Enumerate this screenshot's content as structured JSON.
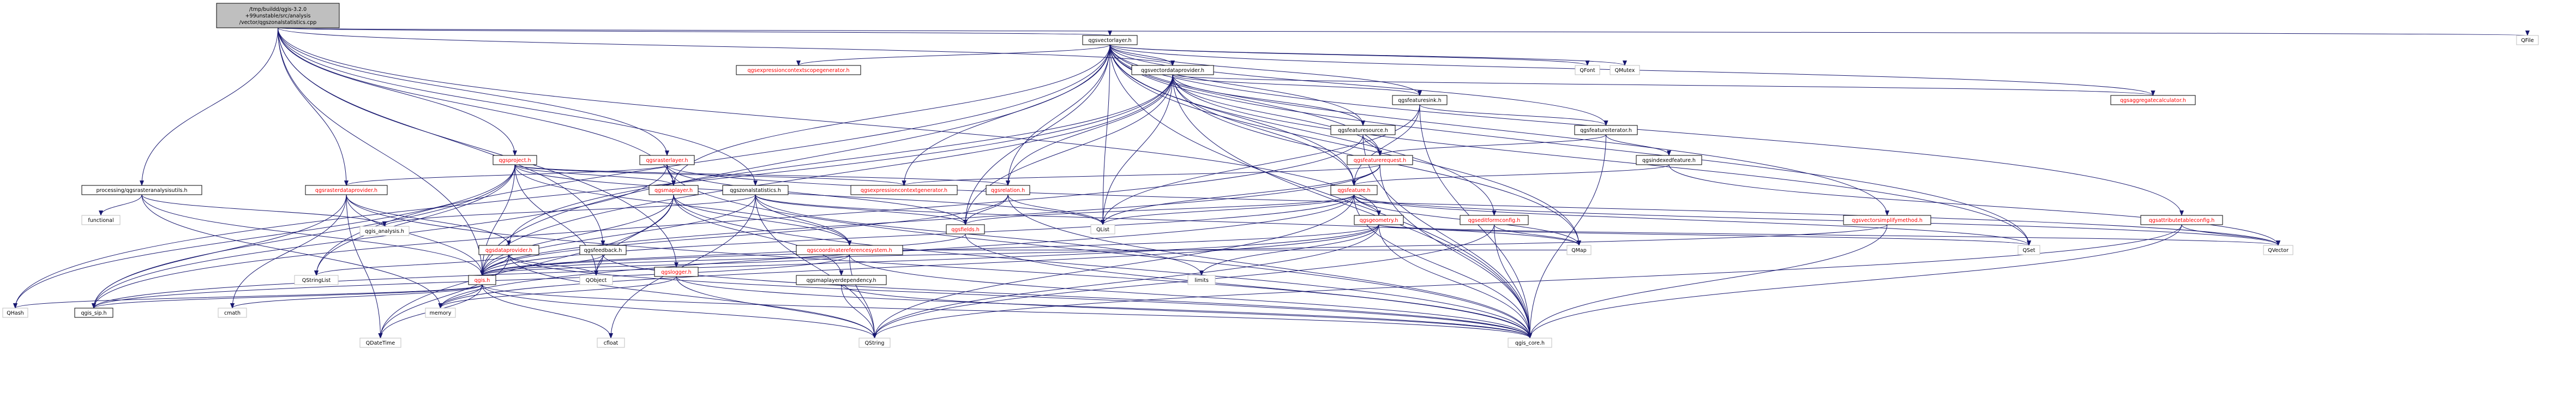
{
  "colors": {
    "edge": "#191970",
    "node_border_plain": "#bfbfbf",
    "node_border_linked": "#000000",
    "text_default": "#000000",
    "text_red": "#ff0000",
    "root_fill": "#bfbfbf"
  },
  "nodes": [
    {
      "id": "root",
      "lines": [
        "/tmp/buildd/qgis-3.2.0",
        "+99unstable/src/analysis",
        "/vector/qgszonalstatistics.cpp"
      ],
      "style": "root"
    },
    {
      "id": "qgsvectorlayer",
      "lines": [
        "qgsvectorlayer.h"
      ],
      "style": "plain"
    },
    {
      "id": "qfile",
      "lines": [
        "QFile"
      ],
      "style": "light"
    },
    {
      "id": "qgsexpressioncontextscopegenerator",
      "lines": [
        "qgsexpressioncontextscopegenerator.h"
      ],
      "style": "red"
    },
    {
      "id": "qgsvectordataprovider",
      "lines": [
        "qgsvectordataprovider.h"
      ],
      "style": "plain"
    },
    {
      "id": "qfont",
      "lines": [
        "QFont"
      ],
      "style": "light"
    },
    {
      "id": "qmutex",
      "lines": [
        "QMutex"
      ],
      "style": "light"
    },
    {
      "id": "qgsaggregatecalculator",
      "lines": [
        "qgsaggregatecalculator.h"
      ],
      "style": "red"
    },
    {
      "id": "qgsfeaturesink",
      "lines": [
        "qgsfeaturesink.h"
      ],
      "style": "plain"
    },
    {
      "id": "qgsfeatureiterator",
      "lines": [
        "qgsfeatureiterator.h"
      ],
      "style": "plain"
    },
    {
      "id": "qgsfeaturesource",
      "lines": [
        "qgsfeaturesource.h"
      ],
      "style": "plain"
    },
    {
      "id": "qgsindexedfeature",
      "lines": [
        "qgsindexedfeature.h"
      ],
      "style": "plain"
    },
    {
      "id": "qgsfeaturerequest",
      "lines": [
        "qgsfeaturerequest.h"
      ],
      "style": "red"
    },
    {
      "id": "qgsproject",
      "lines": [
        "qgsproject.h"
      ],
      "style": "red"
    },
    {
      "id": "qgsrasterlayer",
      "lines": [
        "qgsrasterlayer.h"
      ],
      "style": "red"
    },
    {
      "id": "qgsrelation",
      "lines": [
        "qgsrelation.h"
      ],
      "style": "red"
    },
    {
      "id": "qgsfeature",
      "lines": [
        "qgsfeature.h"
      ],
      "style": "red"
    },
    {
      "id": "processing",
      "lines": [
        "processing/qgsrasteranalysisutils.h"
      ],
      "style": "plain"
    },
    {
      "id": "functional",
      "lines": [
        "functional"
      ],
      "style": "light"
    },
    {
      "id": "qgsrasterdataprovider",
      "lines": [
        "qgsrasterdataprovider.h"
      ],
      "style": "red"
    },
    {
      "id": "qgsmaplayer",
      "lines": [
        "qgsmaplayer.h"
      ],
      "style": "red"
    },
    {
      "id": "qgszonalstatistics",
      "lines": [
        "qgszonalstatistics.h"
      ],
      "style": "plain"
    },
    {
      "id": "qgsexpressioncontextgenerator",
      "lines": [
        "qgsexpressioncontextgenerator.h"
      ],
      "style": "red"
    },
    {
      "id": "qgsgeometry",
      "lines": [
        "qgsgeometry.h"
      ],
      "style": "red"
    },
    {
      "id": "qgseditformconfig",
      "lines": [
        "qgseditformconfig.h"
      ],
      "style": "red"
    },
    {
      "id": "qgsvectorsimplifymethod",
      "lines": [
        "qgsvectorsimplifymethod.h"
      ],
      "style": "red"
    },
    {
      "id": "qgsattributetableconfig",
      "lines": [
        "qgsattributetableconfig.h"
      ],
      "style": "red"
    },
    {
      "id": "qgis_analysis",
      "lines": [
        "qgis_analysis.h"
      ],
      "style": "light"
    },
    {
      "id": "qgsdataprovider",
      "lines": [
        "qgsdataprovider.h"
      ],
      "style": "red"
    },
    {
      "id": "qgsfeedback",
      "lines": [
        "qgsfeedback.h"
      ],
      "style": "plain"
    },
    {
      "id": "qgscoordinatereferencesystem",
      "lines": [
        "qgscoordinatereferencesystem.h"
      ],
      "style": "red"
    },
    {
      "id": "qgsfields",
      "lines": [
        "qgsfields.h"
      ],
      "style": "red"
    },
    {
      "id": "qlist",
      "lines": [
        "QList"
      ],
      "style": "light"
    },
    {
      "id": "qmap",
      "lines": [
        "QMap"
      ],
      "style": "light"
    },
    {
      "id": "qset",
      "lines": [
        "QSet"
      ],
      "style": "light"
    },
    {
      "id": "qvector",
      "lines": [
        "QVector"
      ],
      "style": "light"
    },
    {
      "id": "qstringlist",
      "lines": [
        "QStringList"
      ],
      "style": "light"
    },
    {
      "id": "qgis",
      "lines": [
        "qgis.h"
      ],
      "style": "red"
    },
    {
      "id": "qobject",
      "lines": [
        "QObject"
      ],
      "style": "light"
    },
    {
      "id": "qgslogger",
      "lines": [
        "qgslogger.h"
      ],
      "style": "red"
    },
    {
      "id": "qgsmaplayerdependency",
      "lines": [
        "qgsmaplayerdependency.h"
      ],
      "style": "plain"
    },
    {
      "id": "limits",
      "lines": [
        "limits"
      ],
      "style": "light"
    },
    {
      "id": "qhash",
      "lines": [
        "QHash"
      ],
      "style": "light"
    },
    {
      "id": "qgis_sip",
      "lines": [
        "qgis_sip.h"
      ],
      "style": "plain"
    },
    {
      "id": "cmath",
      "lines": [
        "cmath"
      ],
      "style": "light"
    },
    {
      "id": "memory",
      "lines": [
        "memory"
      ],
      "style": "light"
    },
    {
      "id": "qdatetime",
      "lines": [
        "QDateTime"
      ],
      "style": "light"
    },
    {
      "id": "cfloat",
      "lines": [
        "cfloat"
      ],
      "style": "light"
    },
    {
      "id": "qstring",
      "lines": [
        "QString"
      ],
      "style": "light"
    },
    {
      "id": "qgis_core",
      "lines": [
        "qgis_core.h"
      ],
      "style": "light"
    }
  ],
  "edges": [
    [
      "root",
      "qgsvectorlayer"
    ],
    [
      "root",
      "qgsvectordataprovider"
    ],
    [
      "root",
      "qgsproject"
    ],
    [
      "root",
      "qgsrasterlayer"
    ],
    [
      "root",
      "qgszonalstatistics"
    ],
    [
      "root",
      "processing"
    ],
    [
      "root",
      "qgsrasterdataprovider"
    ],
    [
      "root",
      "qgsmaplayer"
    ],
    [
      "root",
      "qgsgeometry"
    ],
    [
      "root",
      "qgsfeedback"
    ],
    [
      "root",
      "qgis"
    ],
    [
      "root",
      "qgslogger"
    ],
    [
      "root",
      "qfile"
    ],
    [
      "qgsvectorlayer",
      "qgsexpressioncontextscopegenerator"
    ],
    [
      "qgsvectorlayer",
      "qgsvectordataprovider"
    ],
    [
      "qgsvectorlayer",
      "qfont"
    ],
    [
      "qgsvectorlayer",
      "qmutex"
    ],
    [
      "qgsvectorlayer",
      "qgsaggregatecalculator"
    ],
    [
      "qgsvectorlayer",
      "qgsfeaturesink"
    ],
    [
      "qgsvectorlayer",
      "qgsfeatureiterator"
    ],
    [
      "qgsvectorlayer",
      "qgsfeaturesource"
    ],
    [
      "qgsvectorlayer",
      "qgsfeaturerequest"
    ],
    [
      "qgsvectorlayer",
      "qgsmaplayer"
    ],
    [
      "qgsvectorlayer",
      "qgsexpressioncontextgenerator"
    ],
    [
      "qgsvectorlayer",
      "qgsrelation"
    ],
    [
      "qgsvectorlayer",
      "qgsfeature"
    ],
    [
      "qgsvectorlayer",
      "qgseditformconfig"
    ],
    [
      "qgsvectorlayer",
      "qgsvectorsimplifymethod"
    ],
    [
      "qgsvectorlayer",
      "qgsattributetableconfig"
    ],
    [
      "qgsvectorlayer",
      "qgsfields"
    ],
    [
      "qgsvectorlayer",
      "qlist"
    ],
    [
      "qgsvectorlayer",
      "qset"
    ],
    [
      "qgsvectorlayer",
      "qmap"
    ],
    [
      "qgsvectorlayer",
      "qstringlist"
    ],
    [
      "qgsvectorlayer",
      "qgis"
    ],
    [
      "qgsvectorlayer",
      "qgis_core"
    ],
    [
      "qgsvectordataprovider",
      "qgsdataprovider"
    ],
    [
      "qgsvectordataprovider",
      "qgsfeature"
    ],
    [
      "qgsvectordataprovider",
      "qgsfeaturesink"
    ],
    [
      "qgsvectordataprovider",
      "qgsfeaturesource"
    ],
    [
      "qgsvectordataprovider",
      "qgsfeaturerequest"
    ],
    [
      "qgsvectordataprovider",
      "qgsaggregatecalculator"
    ],
    [
      "qgsvectordataprovider",
      "qgsfields"
    ],
    [
      "qgsvectordataprovider",
      "qgsrelation"
    ],
    [
      "qgsvectordataprovider",
      "qlist"
    ],
    [
      "qgsvectordataprovider",
      "qset"
    ],
    [
      "qgsvectordataprovider",
      "qmap"
    ],
    [
      "qgsvectordataprovider",
      "qhash"
    ],
    [
      "qgsvectordataprovider",
      "qgis_core"
    ],
    [
      "qgsvectordataprovider",
      "qgis"
    ],
    [
      "qgsfeaturesink",
      "qgsfeature"
    ],
    [
      "qgsfeaturesink",
      "qgsfeatureiterator"
    ],
    [
      "qgsfeaturesink",
      "qgis_core"
    ],
    [
      "qgsfeaturesink",
      "qlist"
    ],
    [
      "qgsfeatureiterator",
      "qgsfeaturerequest"
    ],
    [
      "qgsfeatureiterator",
      "qgsindexedfeature"
    ],
    [
      "qgsfeatureiterator",
      "qgis_core"
    ],
    [
      "qgsfeaturesource",
      "qgsfeaturerequest"
    ],
    [
      "qgsfeaturesource",
      "qgis_core"
    ],
    [
      "qgsfeaturesource",
      "qgis_sip"
    ],
    [
      "qgsindexedfeature",
      "qgsfeature"
    ],
    [
      "qgsindexedfeature",
      "qvector"
    ],
    [
      "qgsfeaturerequest",
      "qgsfeature"
    ],
    [
      "qgsfeaturerequest",
      "qgsexpressioncontextgenerator"
    ],
    [
      "qgsfeaturerequest",
      "qlist"
    ],
    [
      "qgsfeaturerequest",
      "qgis_core"
    ],
    [
      "qgsfeaturerequest",
      "qgis"
    ],
    [
      "qgsproject",
      "qgsmaplayer"
    ],
    [
      "qgsproject",
      "qgsrelation"
    ],
    [
      "qgsproject",
      "qgscoordinatereferencesystem"
    ],
    [
      "qgsproject",
      "qgsexpressioncontextgenerator"
    ],
    [
      "qgsproject",
      "qgis"
    ],
    [
      "qgsproject",
      "qobject"
    ],
    [
      "qgsproject",
      "qlist"
    ],
    [
      "qgsproject",
      "qstringlist"
    ],
    [
      "qgsproject",
      "qhash"
    ],
    [
      "qgsproject",
      "qgis_sip"
    ],
    [
      "qgsrasterlayer",
      "qgsrasterdataprovider"
    ],
    [
      "qgsrasterlayer",
      "qgsmaplayer"
    ],
    [
      "qgsrasterlayer",
      "qgsfields"
    ],
    [
      "qgsrasterlayer",
      "qgis_core"
    ],
    [
      "qgsrasterlayer",
      "qgis_sip"
    ],
    [
      "qgsrasterlayer",
      "qvector"
    ],
    [
      "qgsrelation",
      "qgsfields"
    ],
    [
      "qgsrelation",
      "qgis"
    ],
    [
      "qgsrelation",
      "qlist"
    ],
    [
      "qgsrelation",
      "qgis_core"
    ],
    [
      "qgsfeature",
      "qgsfields"
    ],
    [
      "qgsfeature",
      "qgsgeometry"
    ],
    [
      "qgsfeature",
      "qmap"
    ],
    [
      "qgsfeature",
      "qlist"
    ],
    [
      "qgsfeature",
      "qset"
    ],
    [
      "qgsfeature",
      "qvector"
    ],
    [
      "qgsfeature",
      "qgis_core"
    ],
    [
      "qgsfeature",
      "qgis"
    ],
    [
      "qgsfeature",
      "memory"
    ],
    [
      "qgsfeature",
      "qstring"
    ],
    [
      "processing",
      "functional"
    ],
    [
      "processing",
      "qgis_analysis"
    ],
    [
      "processing",
      "qgis"
    ],
    [
      "processing",
      "memory"
    ],
    [
      "qgsrasterdataprovider",
      "qgsdataprovider"
    ],
    [
      "qgsrasterdataprovider",
      "qgis"
    ],
    [
      "qgsrasterdataprovider",
      "cmath"
    ],
    [
      "qgsrasterdataprovider",
      "qdatetime"
    ],
    [
      "qgsrasterdataprovider",
      "qgis_sip"
    ],
    [
      "qgsrasterdataprovider",
      "qgis_core"
    ],
    [
      "qgsmaplayer",
      "qgis"
    ],
    [
      "qgsmaplayer",
      "qgscoordinatereferencesystem"
    ],
    [
      "qgsmaplayer",
      "qgsmaplayerdependency"
    ],
    [
      "qgsmaplayer",
      "qobject"
    ],
    [
      "qgsmaplayer",
      "qgis_core"
    ],
    [
      "qgsmaplayer",
      "qdatetime"
    ],
    [
      "qgszonalstatistics",
      "qgis_analysis"
    ],
    [
      "qgszonalstatistics",
      "qgsfields"
    ],
    [
      "qgszonalstatistics",
      "qgscoordinatereferencesystem"
    ],
    [
      "qgszonalstatistics",
      "qgis"
    ],
    [
      "qgszonalstatistics",
      "limits"
    ],
    [
      "qgszonalstatistics",
      "cfloat"
    ],
    [
      "qgszonalstatistics",
      "qstring"
    ],
    [
      "qgszonalstatistics",
      "qmap"
    ],
    [
      "qgsgeometry",
      "qgis"
    ],
    [
      "qgsgeometry",
      "qset"
    ],
    [
      "qgsgeometry",
      "qvector"
    ],
    [
      "qgsgeometry",
      "qstring"
    ],
    [
      "qgsgeometry",
      "limits"
    ],
    [
      "qgsgeometry",
      "memory"
    ],
    [
      "qgsgeometry",
      "qgis_core"
    ],
    [
      "qgsgeometry",
      "qgis_sip"
    ],
    [
      "qgseditformconfig",
      "qmap"
    ],
    [
      "qgseditformconfig",
      "qgis_core"
    ],
    [
      "qgseditformconfig",
      "qstring"
    ],
    [
      "qgsvectorsimplifymethod",
      "qgis_core"
    ],
    [
      "qgsvectorsimplifymethod",
      "qgis"
    ],
    [
      "qgsattributetableconfig",
      "qvector"
    ],
    [
      "qgsattributetableconfig",
      "qgis_core"
    ],
    [
      "qgsattributetableconfig",
      "qstring"
    ],
    [
      "qgsdataprovider",
      "qgis"
    ],
    [
      "qgsdataprovider",
      "qobject"
    ],
    [
      "qgsdataprovider",
      "qdatetime"
    ],
    [
      "qgsdataprovider",
      "qstring"
    ],
    [
      "qgsdataprovider",
      "qstringlist"
    ],
    [
      "qgsdataprovider",
      "qgis_core"
    ],
    [
      "qgsfeedback",
      "qobject"
    ],
    [
      "qgsfeedback",
      "qgis_core"
    ],
    [
      "qgsfeedback",
      "qgis"
    ],
    [
      "qgscoordinatereferencesystem",
      "qgis"
    ],
    [
      "qgscoordinatereferencesystem",
      "qmap"
    ],
    [
      "qgscoordinatereferencesystem",
      "qstring"
    ],
    [
      "qgscoordinatereferencesystem",
      "qgis_core"
    ],
    [
      "qgscoordinatereferencesystem",
      "qgis_sip"
    ],
    [
      "qgsfields",
      "qgis"
    ],
    [
      "qgsfields",
      "qgis_core"
    ],
    [
      "qgis",
      "qgis_sip"
    ],
    [
      "qgis",
      "qgis_core"
    ],
    [
      "qgis",
      "qhash"
    ],
    [
      "qgis",
      "cmath"
    ],
    [
      "qgis",
      "memory"
    ],
    [
      "qgis",
      "qdatetime"
    ],
    [
      "qgis",
      "cfloat"
    ],
    [
      "qgis",
      "qstring"
    ],
    [
      "qgslogger",
      "qgis_core"
    ],
    [
      "qgslogger",
      "qstring"
    ],
    [
      "qgslogger",
      "memory"
    ],
    [
      "qgsmaplayerdependency",
      "qgis_core"
    ],
    [
      "qgsmaplayerdependency",
      "qstring"
    ]
  ]
}
